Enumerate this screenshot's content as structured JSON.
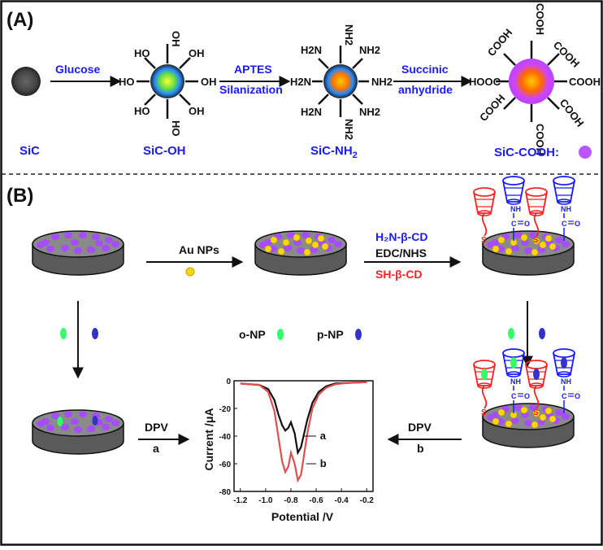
{
  "panel_a": {
    "label": "(A)",
    "species": {
      "sic": "SiC",
      "sic_oh": "SiC-OH",
      "sic_nh2_base": "SiC-NH",
      "sic_nh2_sub": "2",
      "sic_cooh": "SiC-COOH:"
    },
    "reagents": {
      "glucose": "Glucose",
      "aptes": "APTES",
      "silanization": "Silanization",
      "succinic": "Succinic",
      "anhydride": "anhydride"
    },
    "groups": {
      "oh": "OH",
      "ho": "HO",
      "nh2": "NH2",
      "h2n": "H2N",
      "cooh": "COOH",
      "hooc": "HOOC"
    }
  },
  "panel_b": {
    "label": "(B)",
    "au_nps": "Au NPs",
    "h2n_b_cd": "H₂N-β-CD",
    "edc_nhs": "EDC/NHS",
    "sh_b_cd": "SH-β-CD",
    "o_np": "o-NP",
    "p_np": "p-NP",
    "dpv": "DPV",
    "curve_a": "a",
    "curve_b": "b",
    "linker_s": "S",
    "linker_nh": "NH",
    "linker_c": "C",
    "linker_o": "O"
  },
  "colors": {
    "blue_text": "#1a1aff",
    "red_text": "#ff2020",
    "purple": "#a64dff",
    "yellow": "#ffd700",
    "green": "#33ff66",
    "dark_blue": "#3333cc",
    "electrode_top": "#8a8a8a",
    "electrode_side": "#5a5a5a"
  },
  "chart_data": {
    "type": "line",
    "title": "",
    "xlabel": "Potential /V",
    "ylabel": "Current /μA",
    "xlim": [
      -1.25,
      -0.15
    ],
    "ylim": [
      -80,
      0
    ],
    "xticks": [
      "-1.2",
      "-1.0",
      "-0.8",
      "-0.6",
      "-0.4",
      "-0.2"
    ],
    "yticks": [
      "0",
      "-20",
      "-40",
      "-60",
      "-80"
    ],
    "xtick_values": [
      -1.2,
      -1.0,
      -0.8,
      -0.6,
      -0.4,
      -0.2
    ],
    "ytick_values": [
      0,
      -20,
      -40,
      -60,
      -80
    ],
    "series": [
      {
        "name": "a",
        "color": "#111111",
        "x": [
          -1.2,
          -1.05,
          -0.98,
          -0.93,
          -0.9,
          -0.87,
          -0.845,
          -0.82,
          -0.8,
          -0.77,
          -0.745,
          -0.72,
          -0.7,
          -0.67,
          -0.63,
          -0.58,
          -0.52,
          -0.45,
          -0.35,
          -0.25,
          -0.2
        ],
        "y": [
          -2,
          -3,
          -6,
          -14,
          -24,
          -32,
          -36,
          -34,
          -30,
          -38,
          -52,
          -48,
          -40,
          -28,
          -16,
          -8,
          -4,
          -2,
          -1.5,
          -1.2,
          -1
        ]
      },
      {
        "name": "b",
        "color": "#e05050",
        "x": [
          -1.2,
          -1.05,
          -0.98,
          -0.93,
          -0.9,
          -0.87,
          -0.845,
          -0.82,
          -0.8,
          -0.77,
          -0.745,
          -0.72,
          -0.7,
          -0.67,
          -0.63,
          -0.58,
          -0.52,
          -0.45,
          -0.35,
          -0.25,
          -0.2
        ],
        "y": [
          -2,
          -3,
          -8,
          -22,
          -40,
          -58,
          -66,
          -62,
          -52,
          -60,
          -72,
          -68,
          -56,
          -38,
          -20,
          -10,
          -5,
          -2.5,
          -1.5,
          -1.2,
          -1
        ]
      }
    ]
  }
}
